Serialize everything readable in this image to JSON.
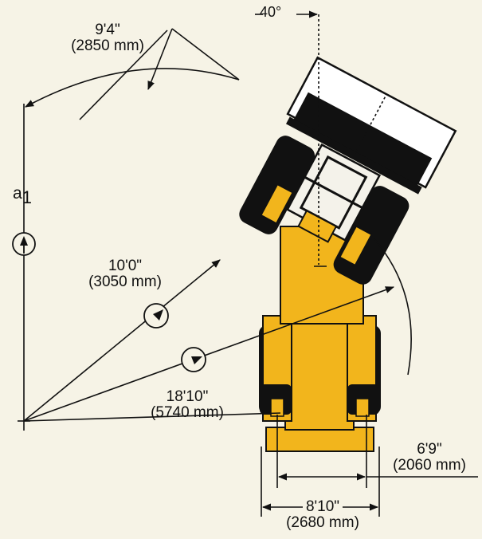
{
  "labels": {
    "angle": "40°",
    "bucket_width_ft": "9'4\"",
    "bucket_width_mm": "(2850 mm)",
    "inner_radius_ft": "10'0\"",
    "inner_radius_mm": "(3050 mm)",
    "outer_radius_ft": "18'10\"",
    "outer_radius_mm": "(5740 mm)",
    "tread_ft": "6'9\"",
    "tread_mm": "(2060 mm)",
    "overall_width_ft": "8'10\"",
    "overall_width_mm": "(2680 mm)",
    "axis_label_base": "a",
    "axis_label_sub": "1"
  },
  "colors": {
    "machine_yellow": "#f2b51c",
    "tire_black": "#111111",
    "line": "#111111",
    "paper": "#f6f3e6"
  }
}
